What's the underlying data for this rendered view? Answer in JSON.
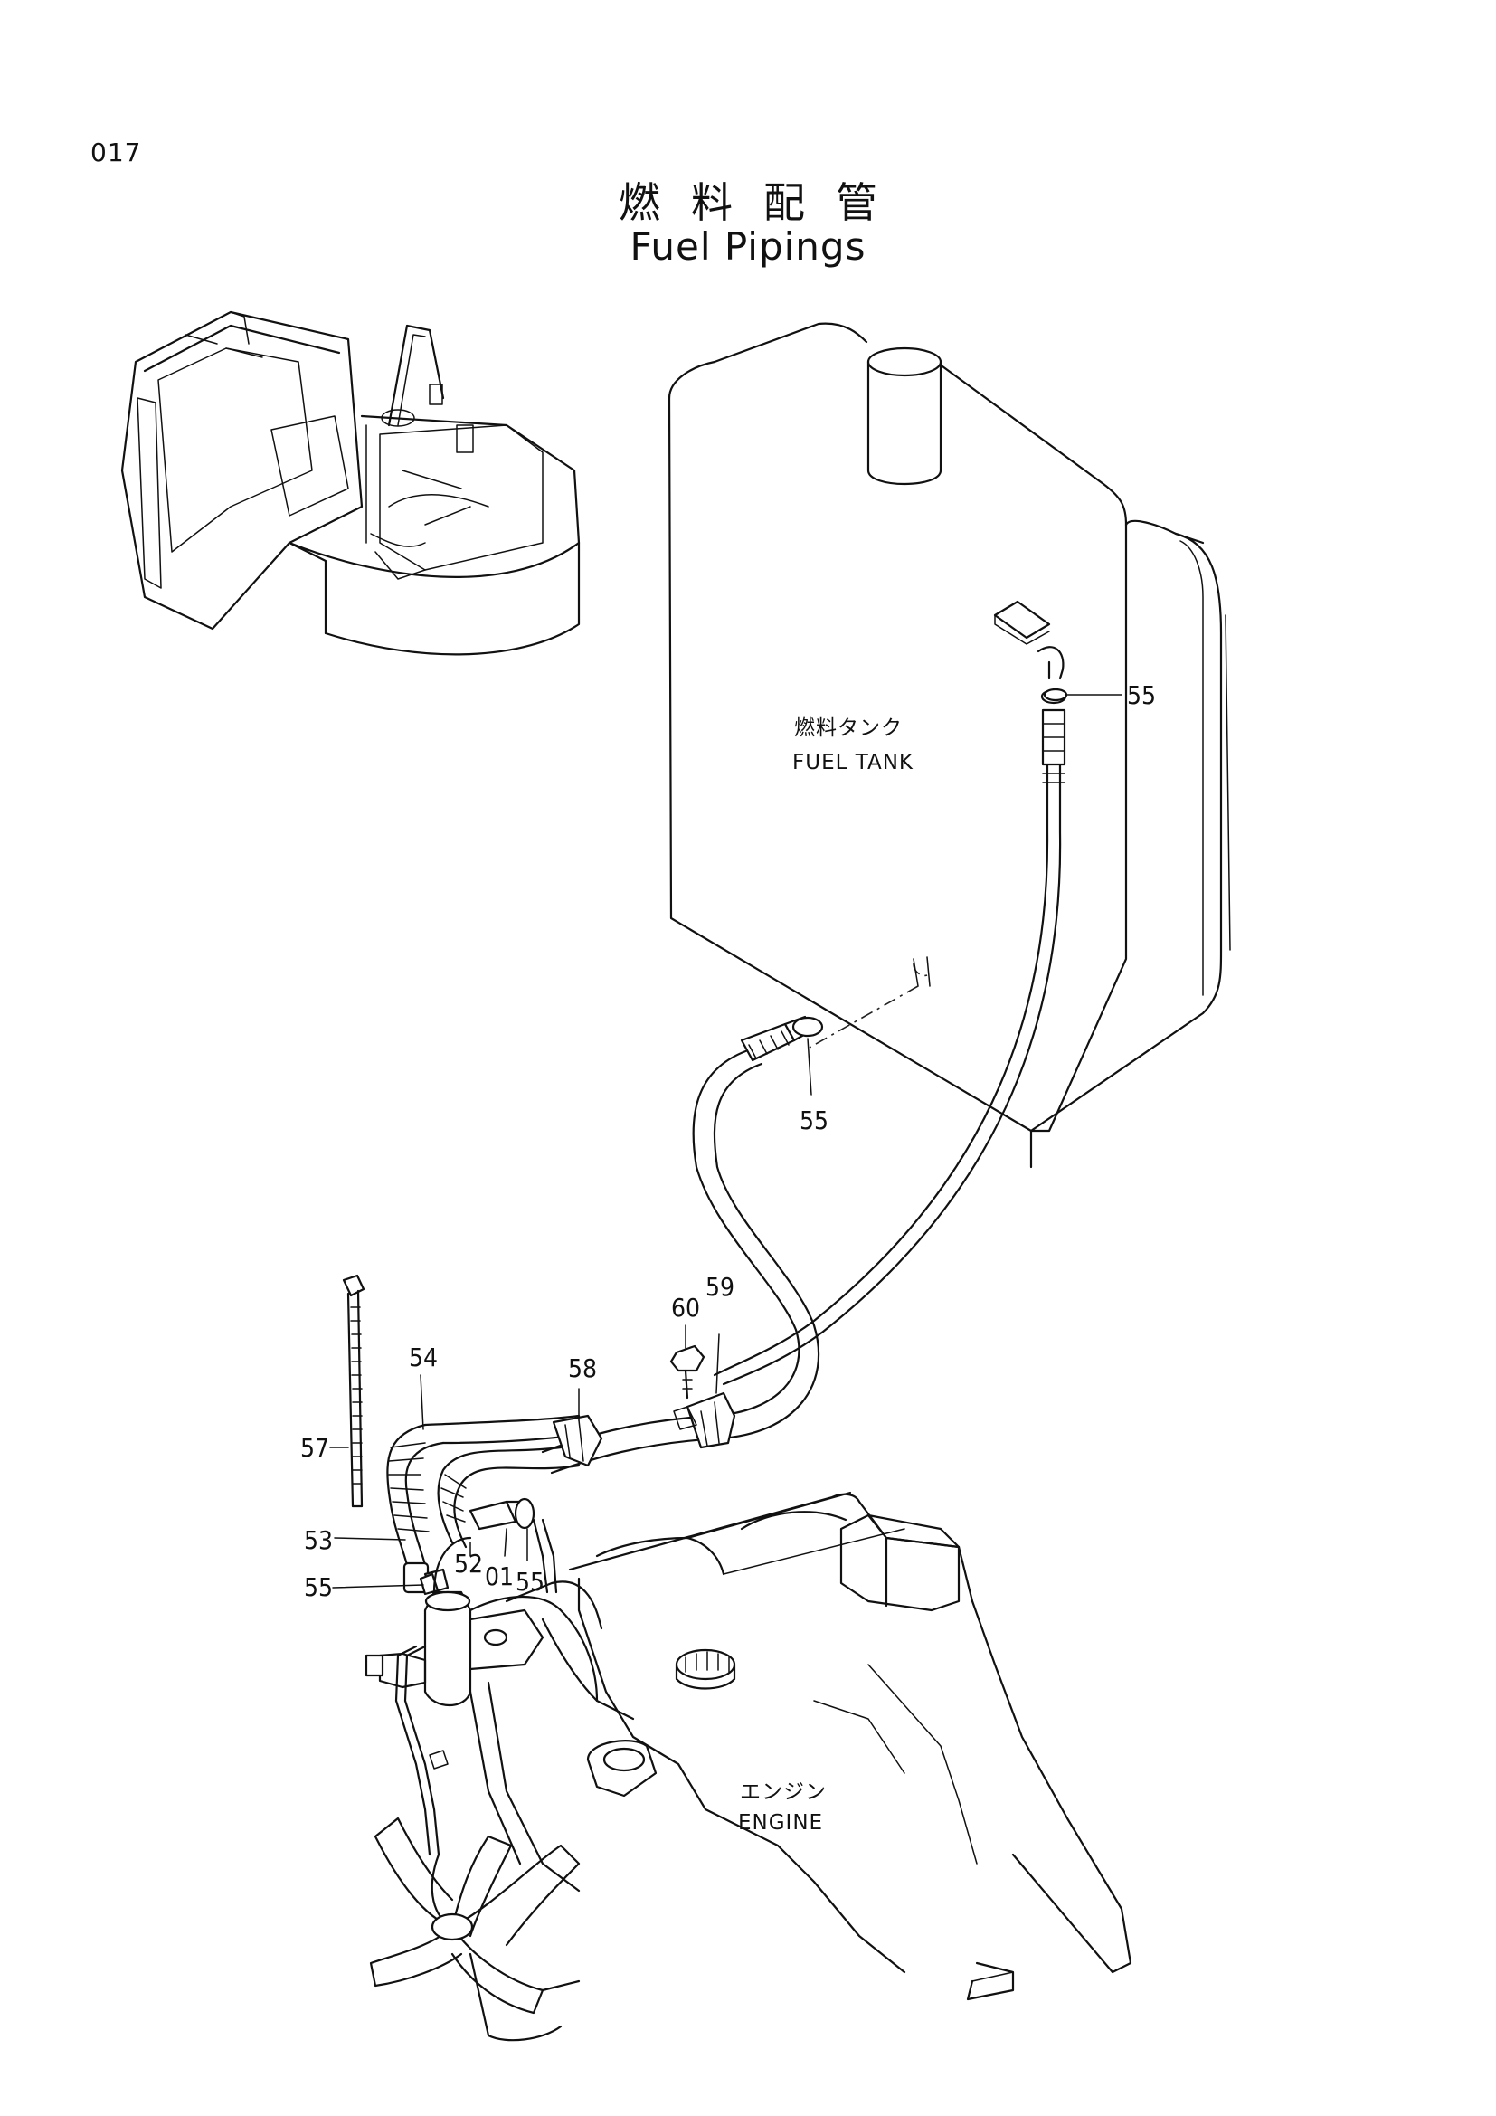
{
  "page": {
    "number": "017",
    "title_jp": "燃料配管",
    "title_en": "Fuel Pipings"
  },
  "captions": {
    "fuel_tank_jp": "燃料タンク",
    "fuel_tank_en": "FUEL TANK",
    "engine_jp": "エンジン",
    "engine_en": "ENGINE"
  },
  "callouts": {
    "c55_tank_top": "55",
    "c55_tank_bottom": "55",
    "c60": "60",
    "c59": "59",
    "c54": "54",
    "c58": "58",
    "c57": "57",
    "c53": "53",
    "c52": "52",
    "c01": "01",
    "c55_clamp": "55",
    "c55_left": "55"
  }
}
